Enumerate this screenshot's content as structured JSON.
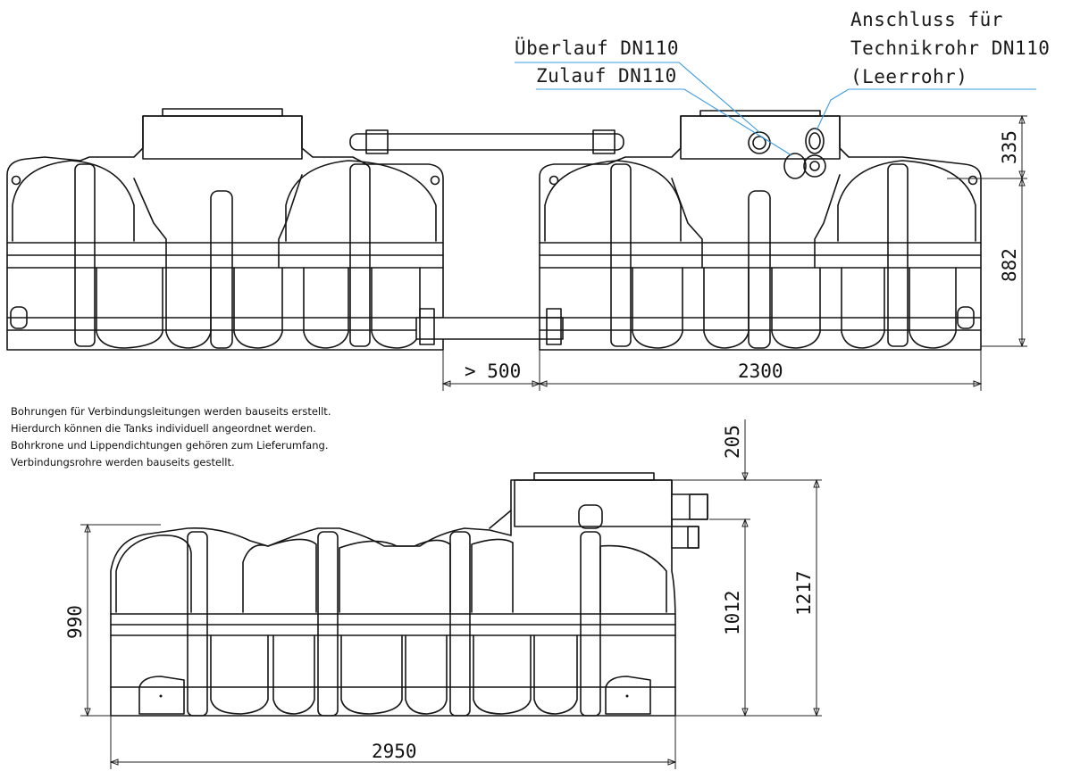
{
  "callouts": {
    "ueberlauf": "Überlauf DN110",
    "zulauf": "Zulauf DN110",
    "anschluss_line1": "Anschluss für",
    "anschluss_line2": "Technikrohr DN110",
    "anschluss_line3": "(Leerrohr)"
  },
  "dimensions": {
    "top_view": {
      "gap": "> 500",
      "tank_length": "2300",
      "riser_height": "335",
      "tank_height": "882"
    },
    "side_view": {
      "riser_offset": "205",
      "tank_height_left": "990",
      "height_to_pipe": "1012",
      "total_height": "1217",
      "total_length": "2950"
    }
  },
  "notes": [
    "Bohrungen für Verbindungsleitungen werden bauseits erstellt.",
    "Hierdurch können die Tanks individuell angeordnet werden.",
    "Bohrkrone und Lippendichtungen gehören zum Lieferumfang.",
    "Verbindungsrohre werden bauseits gestellt."
  ],
  "colors": {
    "lines": "#151515",
    "leader_lines": "#3b9be0"
  }
}
